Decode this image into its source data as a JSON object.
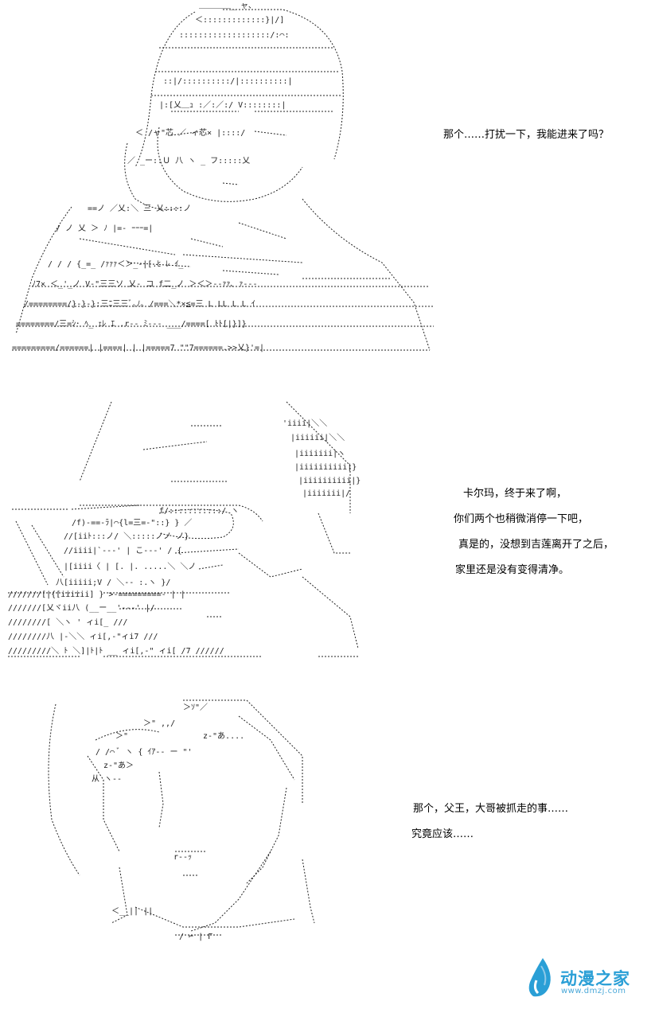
{
  "panels": [
    {
      "id": "panel-1",
      "lines": [
        "那个……打扰一下，我能进来了吗？"
      ]
    },
    {
      "id": "panel-2",
      "lines": [
        "卡尔玛，终于来了啊，",
        "你们两个也稍微消停一下吧，",
        "真是的，没想到吉莲离开了之后，",
        "家里还是没有变得清净。"
      ]
    },
    {
      "id": "panel-3",
      "lines": [
        "那个，父王，大哥被抓走的事……",
        "究竟应该……"
      ]
    }
  ],
  "watermark": {
    "brand": "动漫之家",
    "url": "www.dmzj.com",
    "colors": {
      "primary": "#2a9fd6",
      "secondary": "#8fc9e8"
    },
    "icon": "droplet-logo-icon"
  }
}
